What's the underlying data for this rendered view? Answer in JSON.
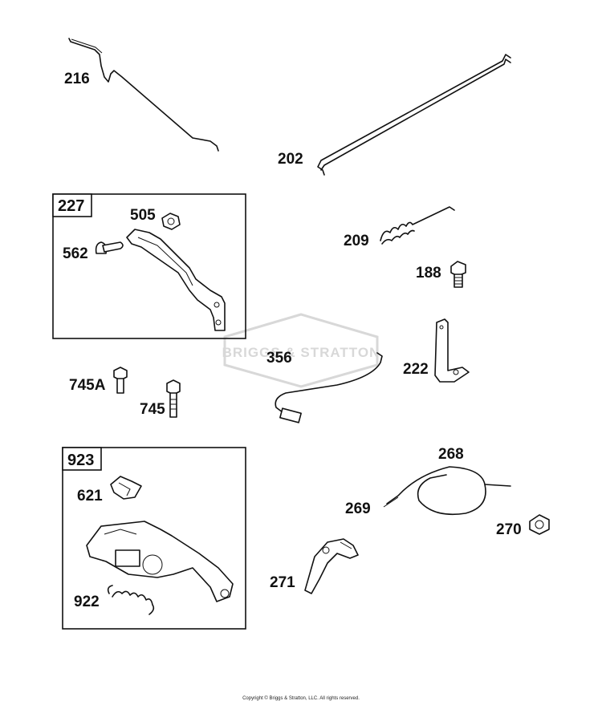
{
  "watermark": "BRIGGS & STRATTON",
  "copyright": "Copyright © Briggs & Stratton, LLC. All rights reserved.",
  "kit_boxes": [
    {
      "id": "227",
      "contents": [
        "505",
        "562"
      ]
    },
    {
      "id": "923",
      "contents": [
        "621",
        "922"
      ]
    }
  ],
  "part_labels": {
    "p216": "216",
    "p202": "202",
    "p505": "505",
    "p562": "562",
    "p209": "209",
    "p188": "188",
    "p356": "356",
    "p222": "222",
    "p745A": "745A",
    "p745": "745",
    "p268": "268",
    "p621": "621",
    "p269": "269",
    "p270": "270",
    "p271": "271",
    "p922": "922"
  },
  "colors": {
    "line": "#111111",
    "watermark": "#d8d8d8",
    "background": "#ffffff"
  }
}
